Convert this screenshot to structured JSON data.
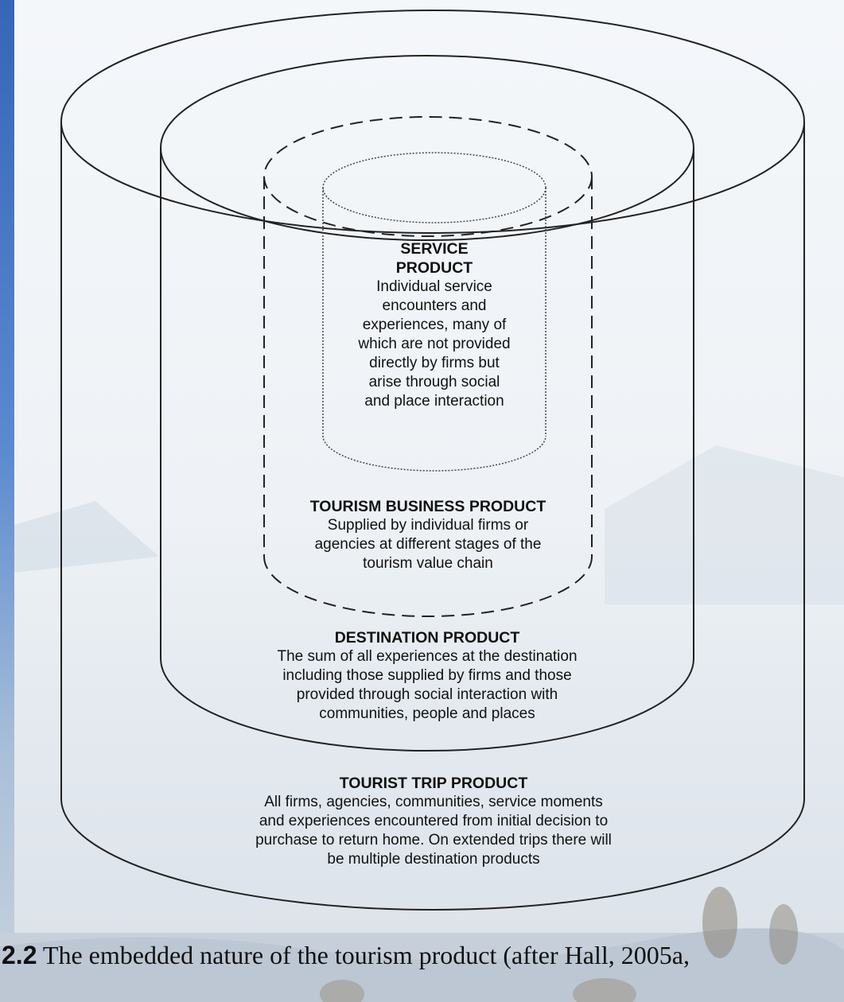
{
  "diagram": {
    "service": {
      "title_line1": "SERVICE",
      "title_line2": "PRODUCT",
      "desc": [
        "Individual service",
        "encounters and",
        "experiences, many of",
        "which are not provided",
        "directly by firms but",
        "arise through social",
        "and place interaction"
      ]
    },
    "business": {
      "title": "TOURISM BUSINESS PRODUCT",
      "desc": [
        "Supplied by individual firms or",
        "agencies at different stages of the",
        "tourism value chain"
      ]
    },
    "destination": {
      "title": "DESTINATION PRODUCT",
      "desc": [
        "The sum of all experiences at the destination",
        "including those supplied by firms and those",
        "provided through social interaction with",
        "communities, people and places"
      ]
    },
    "trip": {
      "title": "TOURIST TRIP PRODUCT",
      "desc": [
        "All firms, agencies, communities, service moments",
        "and experiences encountered from initial decision to",
        "purchase to return home. On extended trips there will",
        "be multiple destination products"
      ]
    }
  },
  "caption": {
    "number": "2.2",
    "text": "The embedded nature of the tourism product (after Hall, 2005a,"
  },
  "colors": {
    "sky_top": "#3d6fc0",
    "panel": "#f1f5f8",
    "line": "#222222"
  }
}
